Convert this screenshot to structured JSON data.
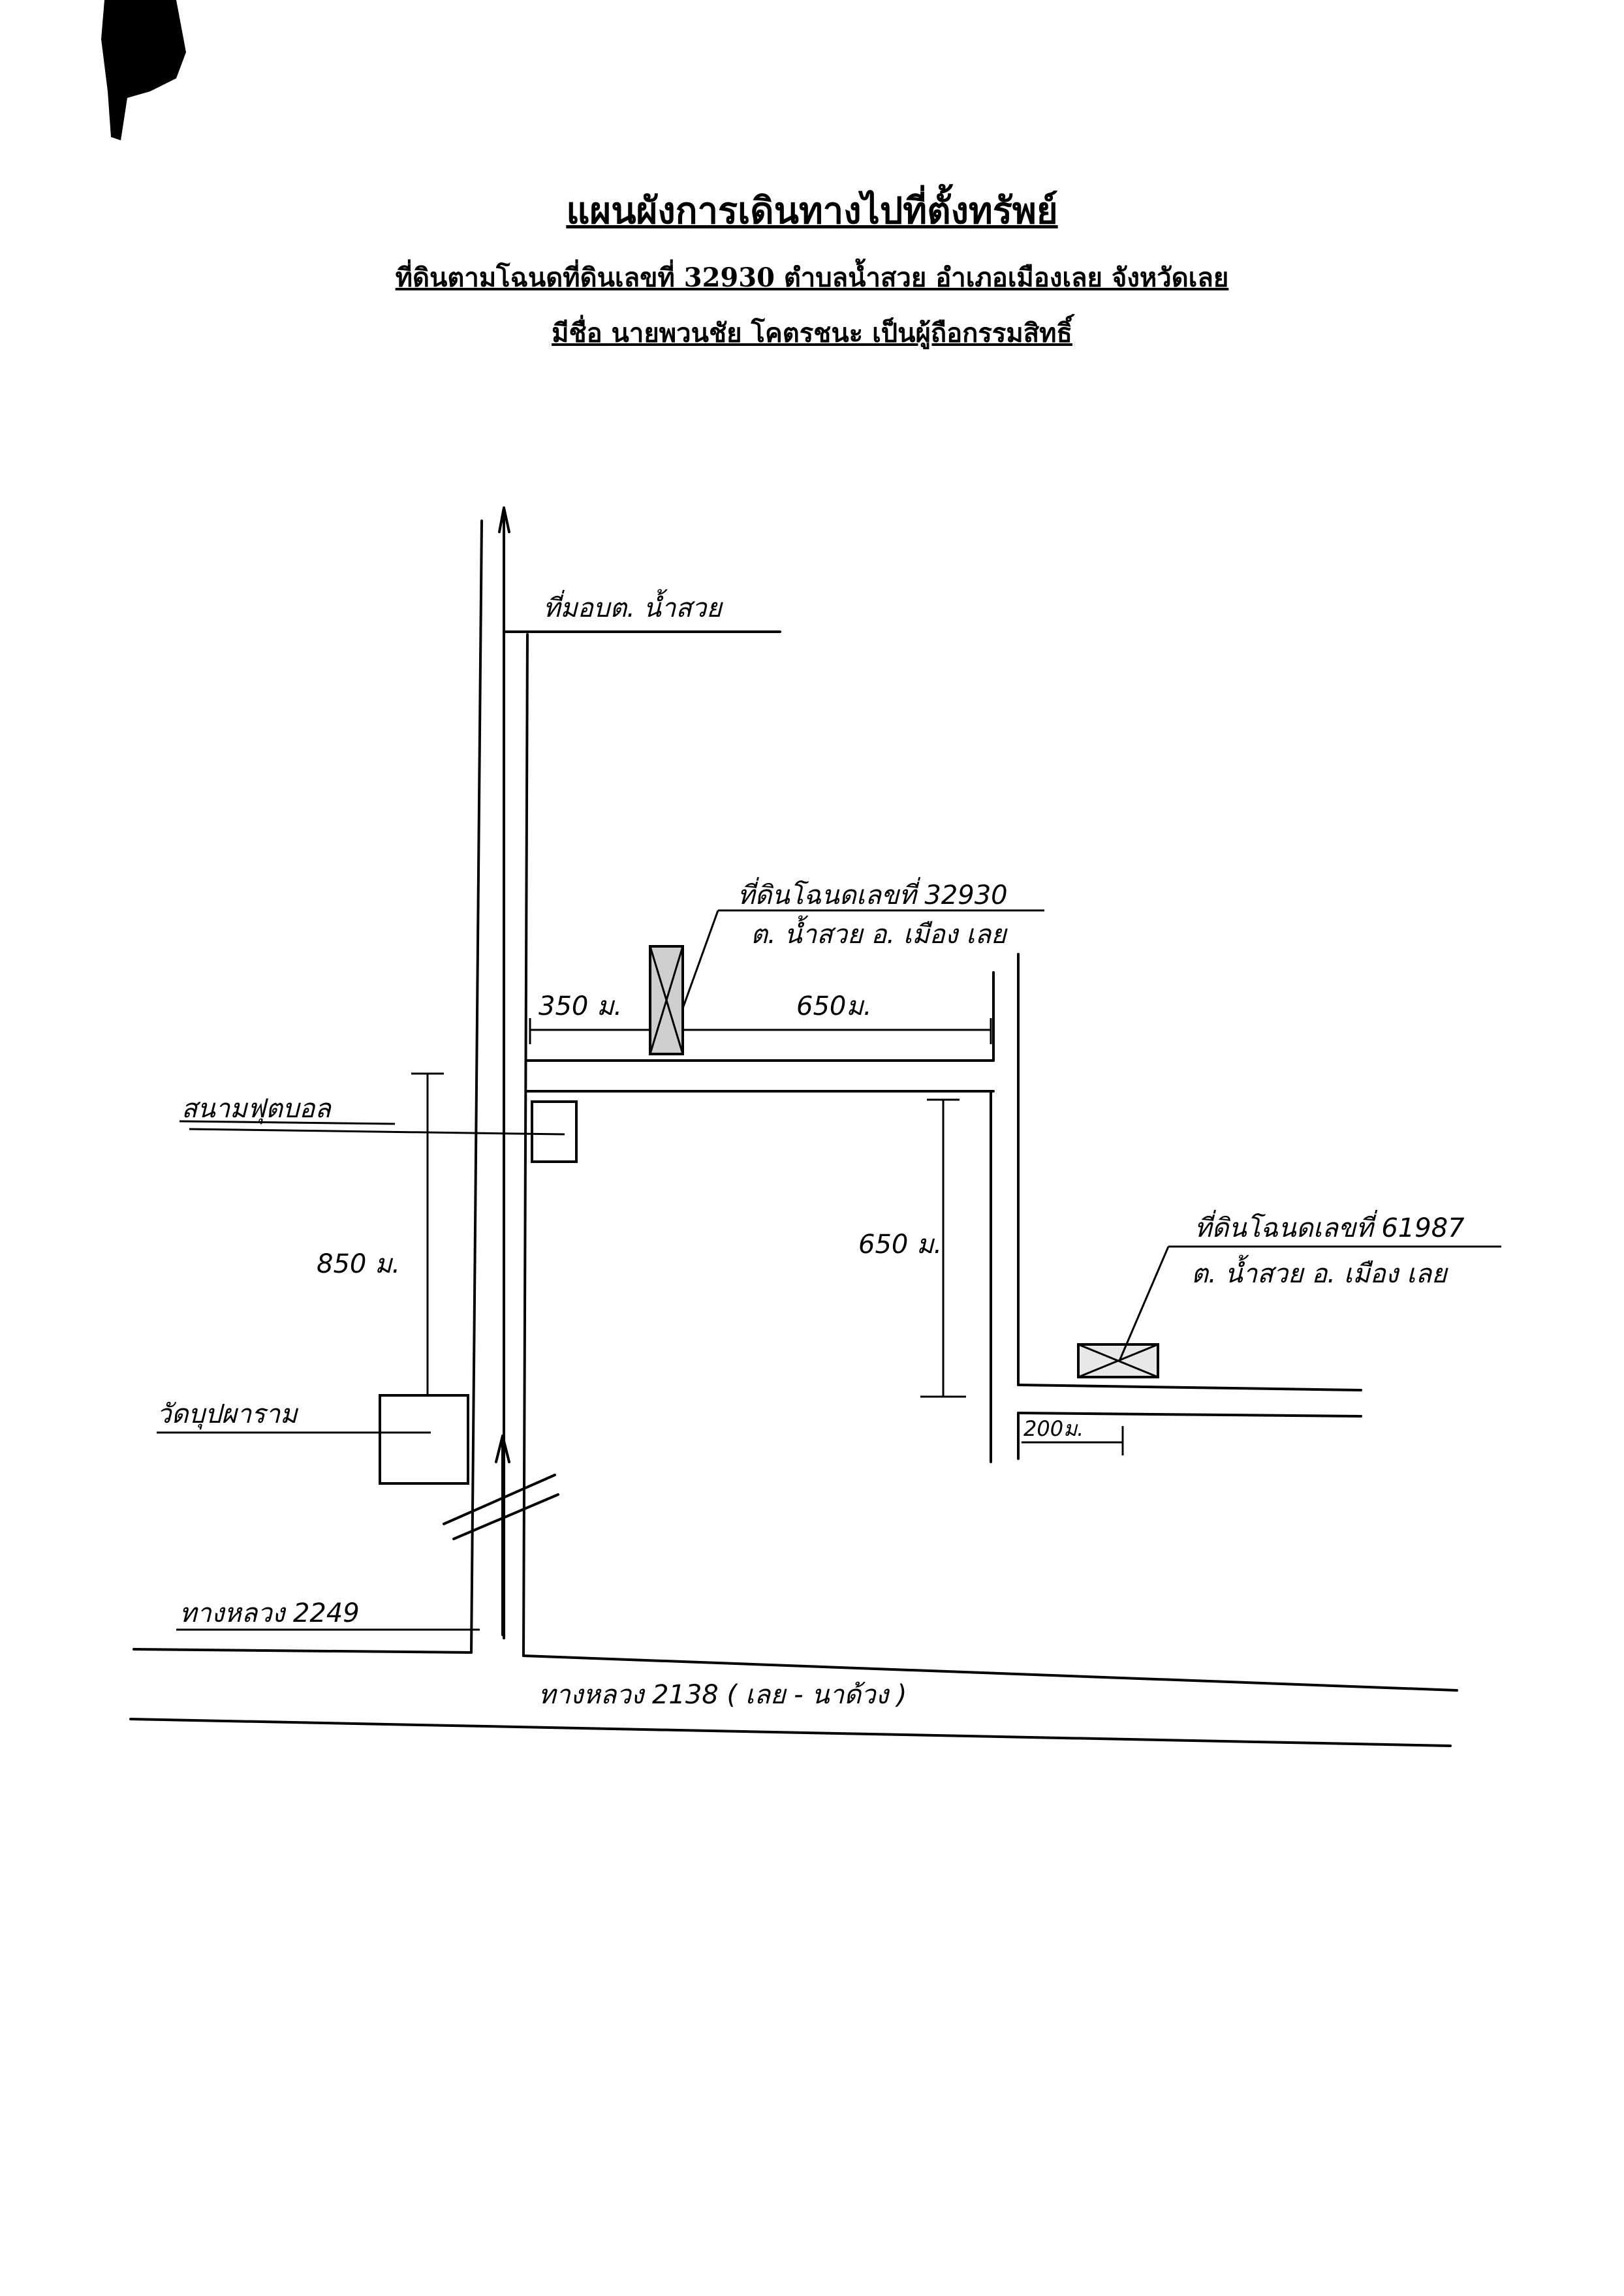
{
  "header": {
    "title": "แผนผังการเดินทางไปที่ตั้งทรัพย์",
    "subtitle": "ที่ดินตามโฉนดที่ดินเลขที่ 32930 ตำบลน้ำสวย อำเภอเมืองเลย จังหวัดเลย",
    "owner_line": "มีชื่อ นายพวนชัย โคตรชนะ เป็นผู้ถือกรรมสิทธิ์"
  },
  "map": {
    "labels": {
      "village_office": "ที่มอบต. น้ำสวย",
      "parcel_main_line1": "ที่ดินโฉนดเลขที่ 32930",
      "parcel_main_line2": "ต. น้ำสวย อ. เมือง เลย",
      "parcel_second_line1": "ที่ดินโฉนดเลขที่ 61987",
      "parcel_second_line2": "ต. น้ำสวย อ. เมือง เลย",
      "field_landmark": "สนามฟุตบอล",
      "temple": "วัดบุปผาราม",
      "highway_2249": "ทางหลวง 2249",
      "highway_2138": "ทางหลวง 2138 ( เลย - นาด้วง )"
    },
    "distances": {
      "d_350": "350 ม.",
      "d_650_top": "650ม.",
      "d_850": "850 ม.",
      "d_650_side": "650 ม.",
      "d_200": "200ม."
    }
  }
}
